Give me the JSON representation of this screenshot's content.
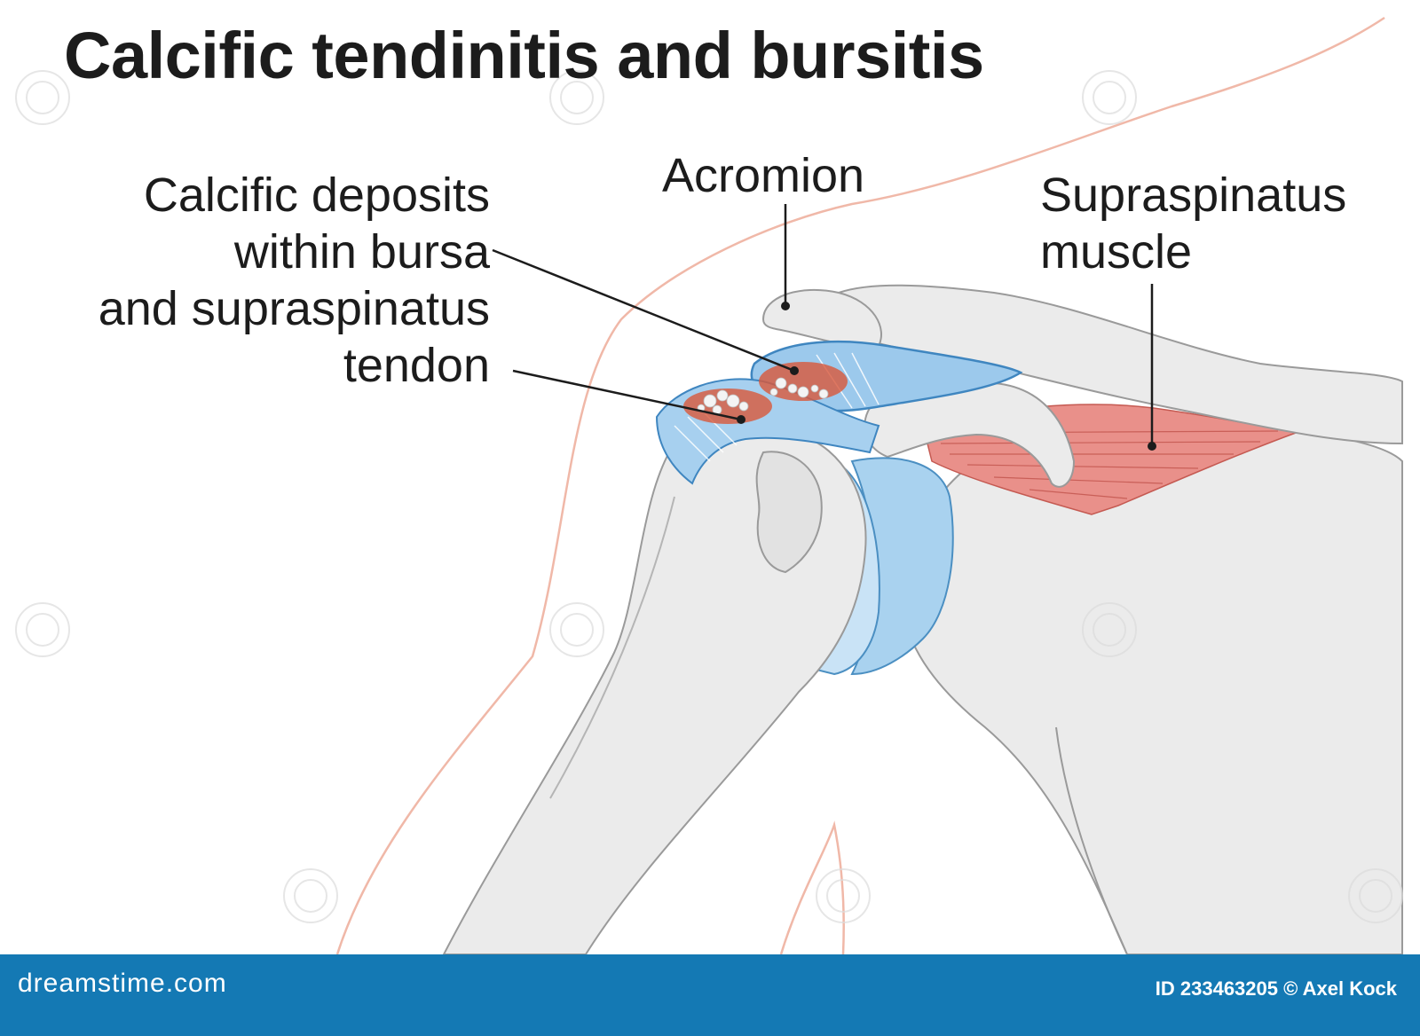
{
  "title": "Calcific tendinitis and bursitis",
  "labels": {
    "calcific_deposits": [
      "Calcific deposits",
      "within bursa",
      "and supraspinatus",
      "tendon"
    ],
    "acromion": "Acromion",
    "supraspinatus": [
      "Supraspinatus",
      "muscle"
    ]
  },
  "footer": {
    "logo": "dreamstime.com",
    "credit": "ID 233463205 © Axel Kock"
  },
  "colors": {
    "bone": "#e9e9e9",
    "bone_outline": "#9a9a9a",
    "bursa_blue": "#8cc4e8",
    "muscle_red": "#e38a82",
    "inflammation": "#d9573a",
    "skin_outline": "#f0b8a8",
    "footer": "#1479b4"
  },
  "icons": [
    "watermark-spiral-icon"
  ]
}
